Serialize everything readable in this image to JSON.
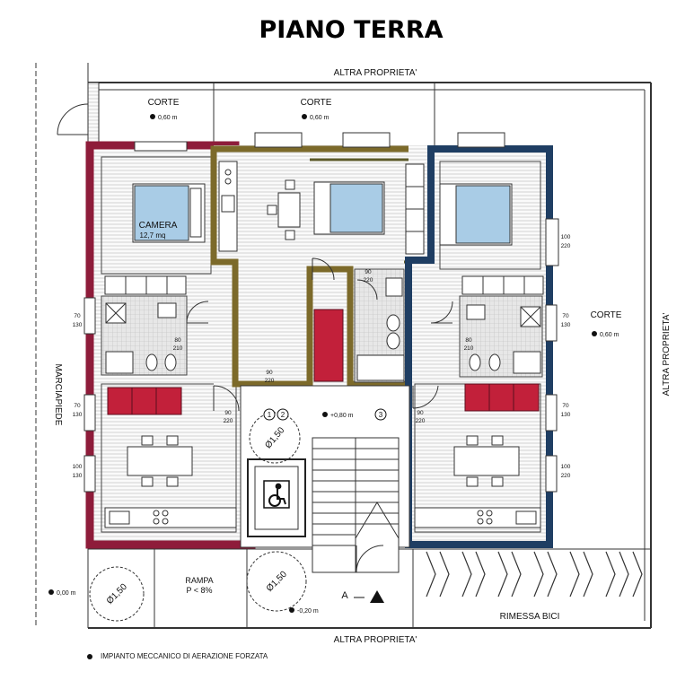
{
  "title": "PIANO TERRA",
  "labels": {
    "altra_top": "ALTRA PROPRIETA'",
    "altra_bottom": "ALTRA PROPRIETA'",
    "altra_right": "ALTRA PROPRIETA'",
    "corte_1": "CORTE",
    "corte_2": "CORTE",
    "corte_3": "CORTE",
    "marciapiede": "MARCIAPIEDE",
    "camera": "CAMERA",
    "camera_area": "12,7 mq",
    "rampa": "RAMPA",
    "rampa_slope": "P < 8%",
    "rimessa": "RIMESSA BICI",
    "section_a": "A",
    "legend": "IMPIANTO MECCANICO DI AERAZIONE FORZATA"
  },
  "levels": {
    "corte_1": "0,60 m",
    "corte_2": "0,60 m",
    "corte_right": "0,60 m",
    "entrance": "+0,80 m",
    "sidewalk": "0,00 m",
    "ramp_bottom": "-0,20 m"
  },
  "openings": {
    "w1": {
      "top": "70",
      "bottom": "130"
    },
    "w2": {
      "top": "70",
      "bottom": "130"
    },
    "w3": {
      "top": "100",
      "bottom": "130"
    },
    "w4": {
      "top": "70",
      "bottom": "130"
    },
    "w5": {
      "top": "70",
      "bottom": "130"
    },
    "w6": {
      "top": "100",
      "bottom": "220"
    },
    "w7": {
      "top": "100",
      "bottom": "220"
    },
    "d1": {
      "top": "90",
      "bottom": "220"
    },
    "d2": {
      "top": "90",
      "bottom": "220"
    },
    "d3": {
      "top": "80",
      "bottom": "210"
    },
    "d4": {
      "top": "80",
      "bottom": "210"
    },
    "d5": {
      "top": "90",
      "bottom": "220"
    },
    "d6": {
      "top": "90",
      "bottom": "220"
    }
  },
  "turning_circles": [
    "Ø1,50",
    "Ø1,50",
    "Ø1,50"
  ],
  "unit_numbers": [
    "1",
    "2",
    "3"
  ],
  "colors": {
    "unit1": "#8e1c3a",
    "unit2": "#7c6a2a",
    "unit3": "#1f3e63",
    "sofa": "#c2203a",
    "bed": "#a9cce6",
    "wall": "#555555"
  }
}
